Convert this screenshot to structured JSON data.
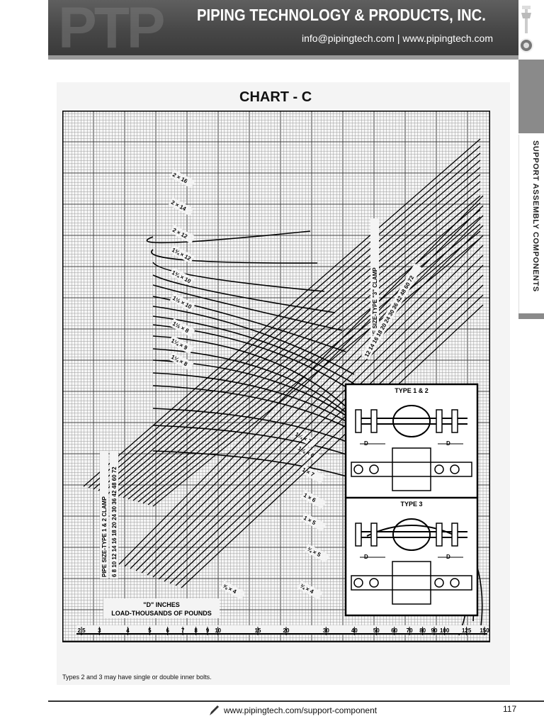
{
  "header": {
    "logo_text": "PTP",
    "company_name": "PIPING TECHNOLOGY & PRODUCTS, INC.",
    "contact": "info@pipingtech.com | www.pipingtech.com"
  },
  "sidebar": {
    "tab_label": "SUPPORT ASSEMBLY COMPONENTS"
  },
  "chart": {
    "title": "CHART - C",
    "curve_labels": [
      "2 × 16",
      "2 × 14",
      "2 × 12",
      "1¾ × 12",
      "1¾ × 10",
      "1½ × 10",
      "1½ × 8",
      "1¼ × 9",
      "1¼ × 8",
      "1¼ × 7",
      "1⅛ × 6",
      "1 × 7",
      "1 × 6",
      "1 × 5",
      "¾ × 5",
      "¾ × 4",
      "⅝ × 4"
    ],
    "clamp12_title": "PIPE SIZE-TYPE 1 & 2 CLAMP",
    "clamp12_sizes": [
      "72",
      "60",
      "48",
      "42",
      "36",
      "30",
      "24",
      "20",
      "18",
      "16",
      "14",
      "12",
      "10",
      "8",
      "6"
    ],
    "clamp3_title": "PIPE SIZE-TYPE \"3\" CLAMP",
    "clamp3_sizes": [
      "72",
      "60",
      "48",
      "42",
      "36",
      "30",
      "24",
      "20",
      "18",
      "16",
      "14",
      "12"
    ],
    "legend_line1": "\"D\" INCHES",
    "legend_line2": "LOAD-THOUSANDS OF POUNDS",
    "x_ticks": [
      "2.5",
      "3",
      "4",
      "5",
      "6",
      "7",
      "8",
      "9",
      "10",
      "15",
      "20",
      "30",
      "40",
      "50",
      "60",
      "70",
      "80",
      "90",
      "100",
      "125",
      "150"
    ],
    "diagram_type12": "TYPE 1 & 2",
    "diagram_type3": "TYPE 3",
    "dim_label": "D",
    "note": "Types 2 and 3 may have single or double inner bolts."
  },
  "footer": {
    "url": "www.pipingtech.com/support-component",
    "page": "117"
  }
}
